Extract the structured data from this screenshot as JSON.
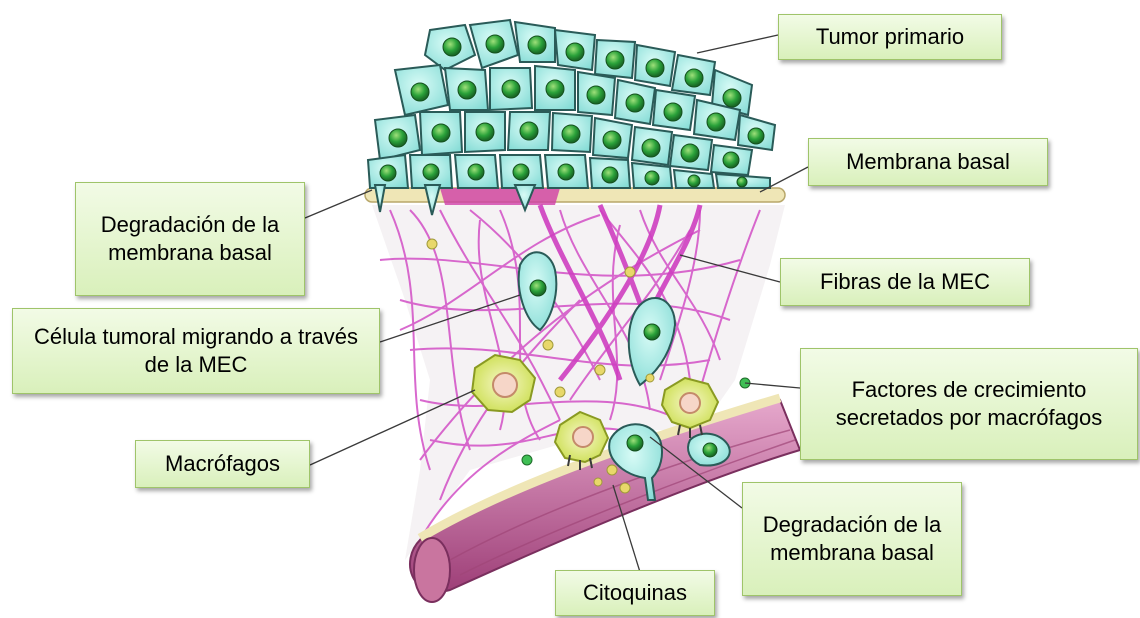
{
  "labels": {
    "tumor_primario": "Tumor primario",
    "membrana_basal": "Membrana basal",
    "degradacion_top": "Degradación de la membrana basal",
    "fibras_mec": "Fibras de la MEC",
    "celula_migrando": "Célula tumoral migrando a través de la MEC",
    "factores": "Factores de crecimiento secretados por macrófagos",
    "macrofagos": "Macrófagos",
    "degradacion_bottom": "Degradación de la membrana basal",
    "citoquinas": "Citoquinas"
  },
  "colors": {
    "cell_fill": "#a6ece6",
    "cell_stroke": "#2a5b58",
    "nucleus": "#2aa23a",
    "fiber": "#d24fc6",
    "membrane": "#efe6b6",
    "macrophage": "#d9e86a",
    "vessel": "#c05a96",
    "label_border": "#9fc46a"
  }
}
